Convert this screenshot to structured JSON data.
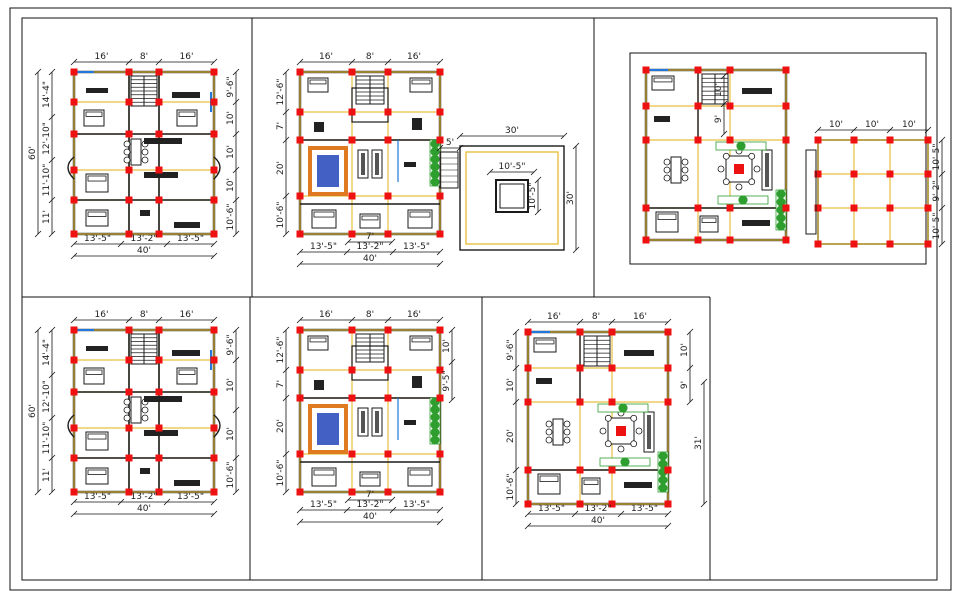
{
  "plans": [
    {
      "name": "plan-a",
      "top_dims": [
        "16'",
        "8'",
        "16'"
      ],
      "bottom_dims": [
        "13'-5\"",
        "13'-2\"",
        "13'-5\""
      ],
      "total_width": "40'",
      "left_dims": [
        "14'-4\"",
        "12'-10\"",
        "11'-10\"",
        "11'"
      ],
      "total_depth": "60'",
      "right_dims": [
        "9'-6\"",
        "10'",
        "10'",
        "10'",
        "10'-6\""
      ]
    },
    {
      "name": "plan-b",
      "top_dims": [
        "16'",
        "8'",
        "16'"
      ],
      "bottom_dims": [
        "13'-5\"",
        "13'-2\"",
        "13'-5\""
      ],
      "total_width": "40'",
      "mid_dim": "7'",
      "left_dims": [
        "12'-6\"",
        "7'",
        "20'",
        "10'-6\""
      ],
      "annex_top": "30'",
      "annex_side": "30'",
      "annex_inner_top": "10'-5\"",
      "annex_inner_side": "10'-5\"",
      "annex_gap": "5'"
    },
    {
      "name": "plan-c",
      "grid_top": [
        "10'",
        "10'",
        "10'"
      ],
      "grid_right": [
        "10'-5\"",
        "9'-2\"",
        "10'-5\""
      ],
      "mid_dims": [
        "10'",
        "9'"
      ]
    },
    {
      "name": "plan-d",
      "top_dims": [
        "16'",
        "8'",
        "16'"
      ],
      "bottom_dims": [
        "13'-5\"",
        "13'-2\"",
        "13'-5\""
      ],
      "total_width": "40'",
      "left_dims": [
        "14'-4\"",
        "12'-10\"",
        "11'-10\"",
        "11'"
      ],
      "total_depth": "60'",
      "right_dims": [
        "9'-6\"",
        "10'",
        "10'",
        "10'-6\""
      ]
    },
    {
      "name": "plan-e",
      "top_dims": [
        "16'",
        "8'",
        "16'"
      ],
      "bottom_dims": [
        "13'-5\"",
        "13'-2\"",
        "13'-5\""
      ],
      "total_width": "40'",
      "mid_dim": "7'",
      "left_dims": [
        "12'-6\"",
        "7'",
        "20'",
        "10'-6\""
      ],
      "right_dims": [
        "10'",
        "9'-5\""
      ]
    },
    {
      "name": "plan-f",
      "top_dims": [
        "16'",
        "8'",
        "16'"
      ],
      "bottom_dims": [
        "13'-5\"",
        "13'-2\"",
        "13'-5\""
      ],
      "total_width": "40'",
      "left_dims": [
        "9'-6\"",
        "10'",
        "20'",
        "10'-6\""
      ],
      "right_dims": [
        "10'",
        "9'"
      ],
      "total_depth": "31'"
    }
  ],
  "colors": {
    "wall": "#1a1a1a",
    "column": "#ee1111",
    "grid": "#e8c040",
    "furniture": "#222222",
    "plant": "#2e9e2e",
    "rug": "#e07a20",
    "rug_inner": "#2244bb",
    "glass": "#2277dd"
  }
}
